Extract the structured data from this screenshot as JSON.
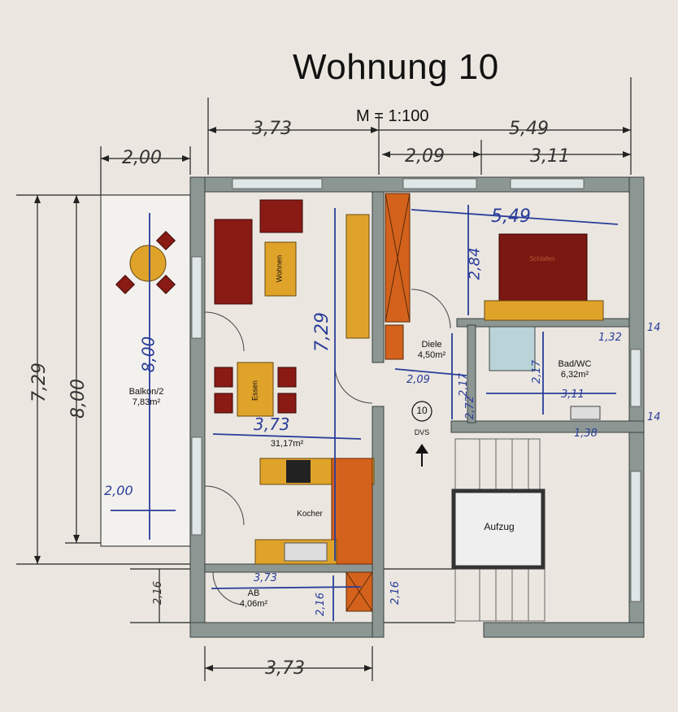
{
  "title": "Wohnung 10",
  "scale": "M = 1:100",
  "dimensions": {
    "top_left": "3,73",
    "top_right": "5,49",
    "balcony_width": "2,00",
    "middle_2_09": "2,09",
    "right_3_11": "3,11",
    "left_outer_7_29": "7,29",
    "left_inner_8_00": "8,00",
    "bottom": "3,73",
    "left_2_16": "2,16"
  },
  "rooms": {
    "balkon": {
      "name": "Balkon/2",
      "area": "7,83m²"
    },
    "wohnen": {
      "label": "Wohnen",
      "area": "31,17m²"
    },
    "essen": {
      "label": "Essen"
    },
    "kochen": {
      "label": "Kocher"
    },
    "diele": {
      "name": "Diele",
      "area": "4,50m²"
    },
    "bad": {
      "name": "Bad/WC",
      "area": "6,32m²"
    },
    "ab": {
      "name": "AB",
      "area": "4,06m²"
    },
    "aufzug": {
      "name": "Aufzug"
    },
    "schlafen": {
      "label": "Schlafen"
    },
    "dvs": {
      "number": "10",
      "label": "DVS"
    }
  },
  "annotations": {
    "balkon_height": "8,00",
    "balkon_width": "2,00",
    "wohnen_height": "7,29",
    "wohnen_width": "3,73",
    "schlafen_width": "5,49",
    "schlafen_height": "2,84",
    "diele_width": "2,09",
    "diele_height_a": "2,17",
    "diele_height_b": "2,72",
    "bad_width": "3,11",
    "bad_height": "2,17",
    "bad_top": "1,32",
    "bad_side_a": "14",
    "bad_side_b": "14",
    "bad_bottom": "1,38",
    "ab_width": "3,73",
    "ab_height": "2,16",
    "right_wall": "2,16"
  },
  "colors": {
    "wall": "#8c9794",
    "sofa": "#8a1a14",
    "table": "#e0a32a",
    "kitchen": "#d4621c",
    "bed": "#7a1811",
    "ink_blue": "#2a3d9a"
  }
}
